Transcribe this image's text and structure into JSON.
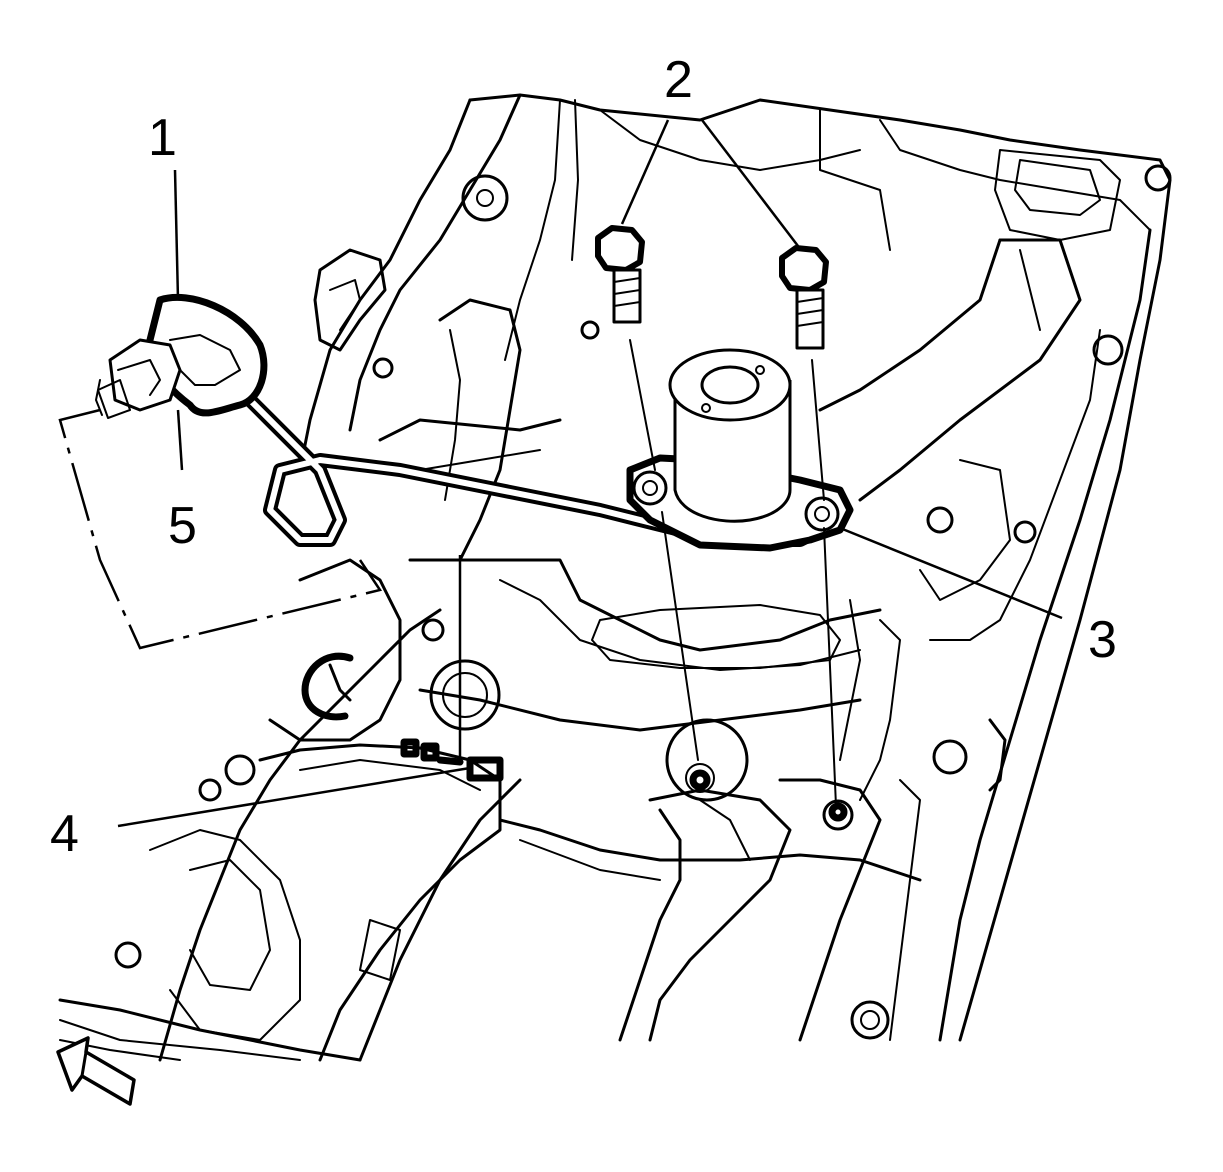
{
  "callouts": {
    "c1": "1",
    "c2": "2",
    "c3": "3",
    "c4": "4",
    "c5": "5"
  },
  "icons": {
    "view_arrow": "view-direction-arrow-icon"
  },
  "colors": {
    "line": "#000000",
    "background": "#ffffff"
  }
}
